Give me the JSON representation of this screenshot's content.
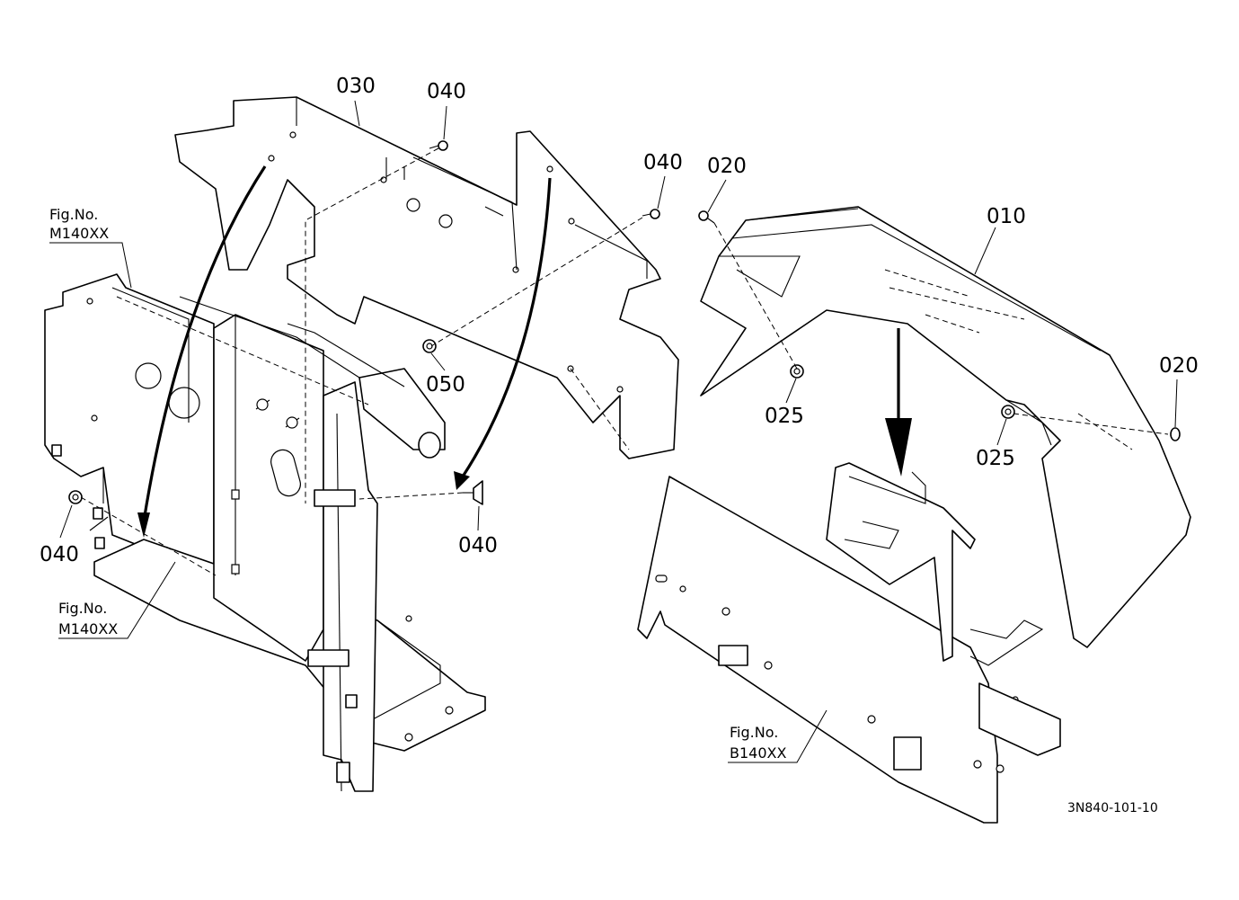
{
  "labels": {
    "p030": "030",
    "p040_top": "040",
    "p040_right": "040",
    "p020_left": "020",
    "p010": "010",
    "p050": "050",
    "p025_left": "025",
    "p020_right": "020",
    "p025_right": "025",
    "p040_leftbottom": "040",
    "p040_center": "040"
  },
  "references": {
    "ref_top_left_title": "Fig.No.",
    "ref_top_left_code": "M140XX",
    "ref_bottom_left_title": "Fig.No.",
    "ref_bottom_left_code": "M140XX",
    "ref_right_title": "Fig.No.",
    "ref_right_code": "B140XX"
  },
  "drawing_code": "3N840-101-10"
}
